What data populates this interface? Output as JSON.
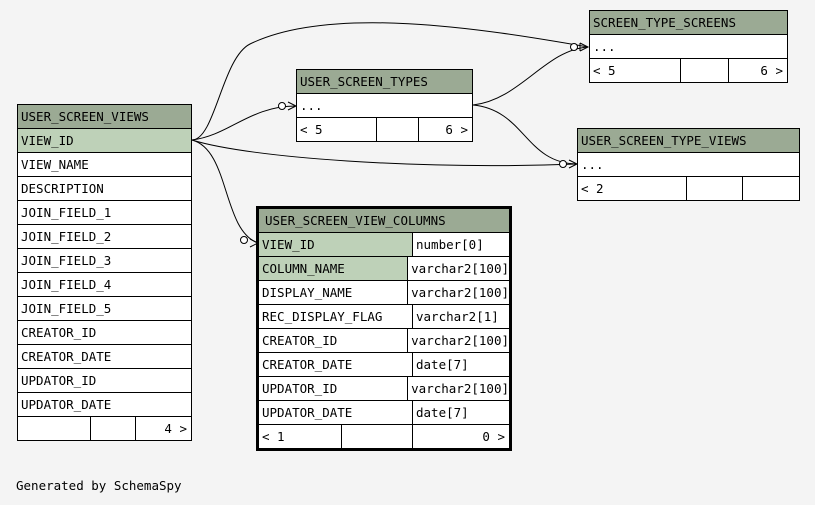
{
  "footer": {
    "generated": "Generated by SchemaSpy"
  },
  "tables": {
    "user_screen_views": {
      "name": "USER_SCREEN_VIEWS",
      "columns": [
        "VIEW_ID",
        "VIEW_NAME",
        "DESCRIPTION",
        "JOIN_FIELD_1",
        "JOIN_FIELD_2",
        "JOIN_FIELD_3",
        "JOIN_FIELD_4",
        "JOIN_FIELD_5",
        "CREATOR_ID",
        "CREATOR_DATE",
        "UPDATOR_ID",
        "UPDATOR_DATE"
      ],
      "footer": {
        "left": "",
        "mid": "",
        "right": "4 >"
      }
    },
    "user_screen_types": {
      "name": "USER_SCREEN_TYPES",
      "body": "...",
      "footer": {
        "left": "< 5",
        "mid": "",
        "right": "6 >"
      }
    },
    "screen_type_screens": {
      "name": "SCREEN_TYPE_SCREENS",
      "body": "...",
      "footer": {
        "left": "< 5",
        "mid": "",
        "right": "6 >"
      }
    },
    "user_screen_type_views": {
      "name": "USER_SCREEN_TYPE_VIEWS",
      "body": "...",
      "footer": {
        "left": "< 2",
        "mid": "",
        "right": ""
      }
    },
    "user_screen_view_columns": {
      "name": "USER_SCREEN_VIEW_COLUMNS",
      "rows": [
        {
          "col": "VIEW_ID",
          "type": "number[0]"
        },
        {
          "col": "COLUMN_NAME",
          "type": "varchar2[100]"
        },
        {
          "col": "DISPLAY_NAME",
          "type": "varchar2[100]"
        },
        {
          "col": "REC_DISPLAY_FLAG",
          "type": "varchar2[1]"
        },
        {
          "col": "CREATOR_ID",
          "type": "varchar2[100]"
        },
        {
          "col": "CREATOR_DATE",
          "type": "date[7]"
        },
        {
          "col": "UPDATOR_ID",
          "type": "varchar2[100]"
        },
        {
          "col": "UPDATOR_DATE",
          "type": "date[7]"
        }
      ],
      "footer": {
        "left": "< 1",
        "mid": "",
        "right": "0 >"
      }
    }
  }
}
